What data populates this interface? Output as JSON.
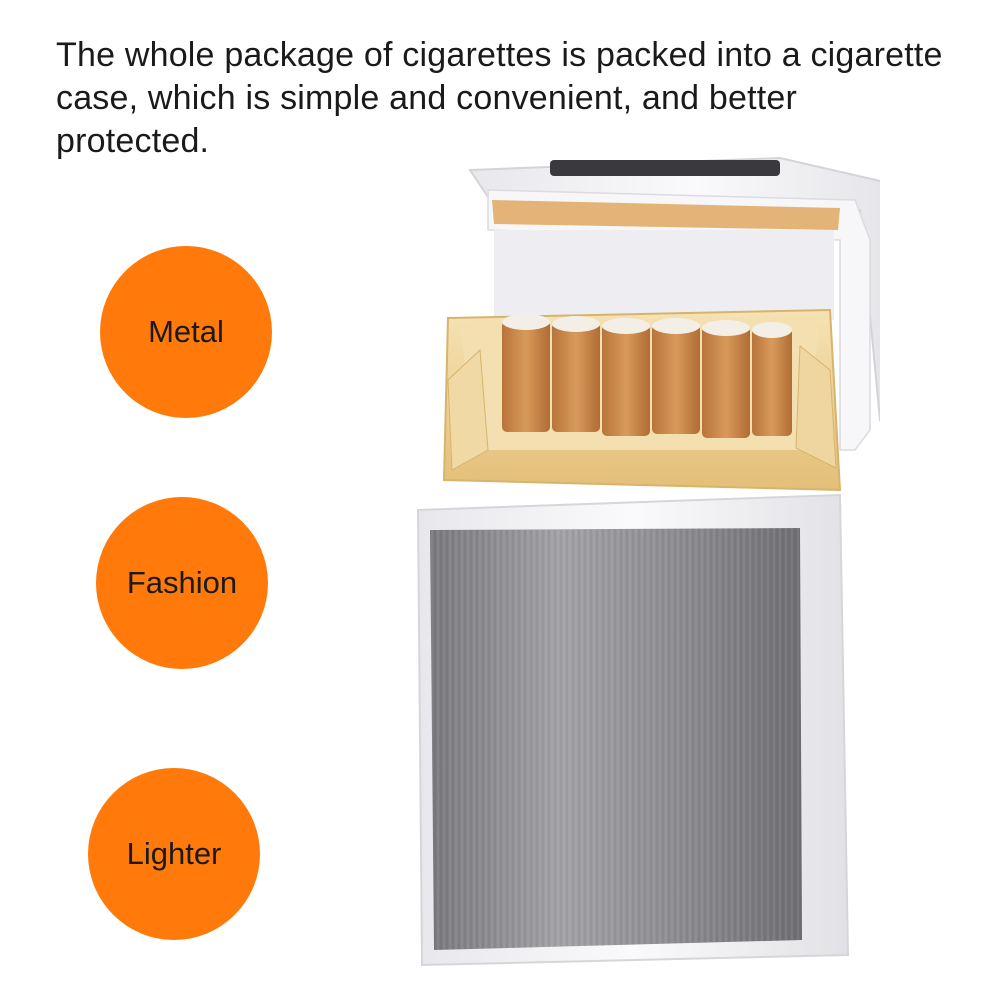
{
  "headline": "The whole package of cigarettes is packed into a cigarette case, which is simple and convenient, and better protected.",
  "badges": [
    {
      "label": "Metal"
    },
    {
      "label": "Fashion"
    },
    {
      "label": "Lighter"
    }
  ],
  "colors": {
    "badge": "#ff7a0a",
    "text": "#1a1a1a",
    "case_white": "#f4f4f6",
    "brushed_metal": "#8e8e92",
    "tray_gold": "#e7c98a",
    "filter_tan": "#c98a4a"
  }
}
